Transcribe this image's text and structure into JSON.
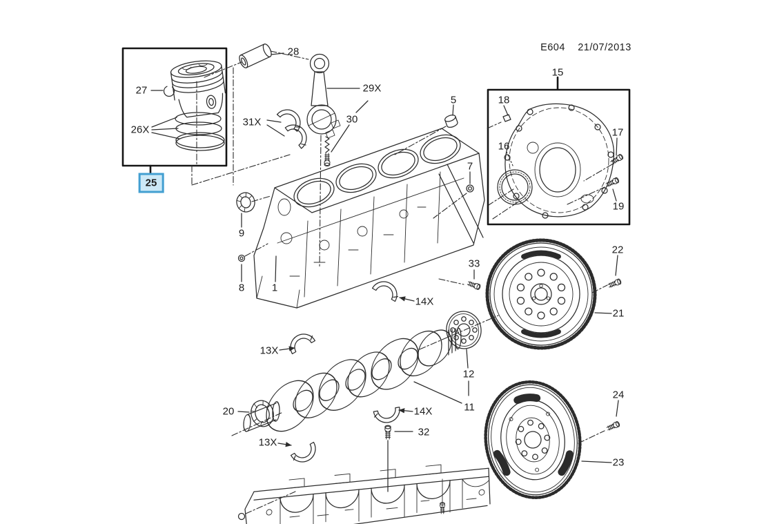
{
  "header": {
    "code": "E604",
    "date": "21/07/2013"
  },
  "colors": {
    "background": "#ffffff",
    "line": "#2b2b2b",
    "text": "#1d1d1d",
    "highlight_fill": "#cde9f7",
    "highlight_border": "#439fd1"
  },
  "diagram": {
    "selected_part": "25",
    "labels": {
      "p1": "1",
      "p5": "5",
      "p7": "7",
      "p8": "8",
      "p9": "9",
      "p11": "11",
      "p12": "12",
      "p13x_upper": "13X",
      "p13x_lower": "13X",
      "p14x_upper": "14X",
      "p14x_lower": "14X",
      "p15": "15",
      "p16": "16",
      "p17": "17",
      "p18": "18",
      "p19": "19",
      "p20": "20",
      "p21": "21",
      "p22": "22",
      "p23": "23",
      "p24": "24",
      "p25": "25",
      "p26x": "26X",
      "p27": "27",
      "p28": "28",
      "p29x": "29X",
      "p30": "30",
      "p31x": "31X",
      "p32": "32",
      "p33": "33"
    }
  }
}
